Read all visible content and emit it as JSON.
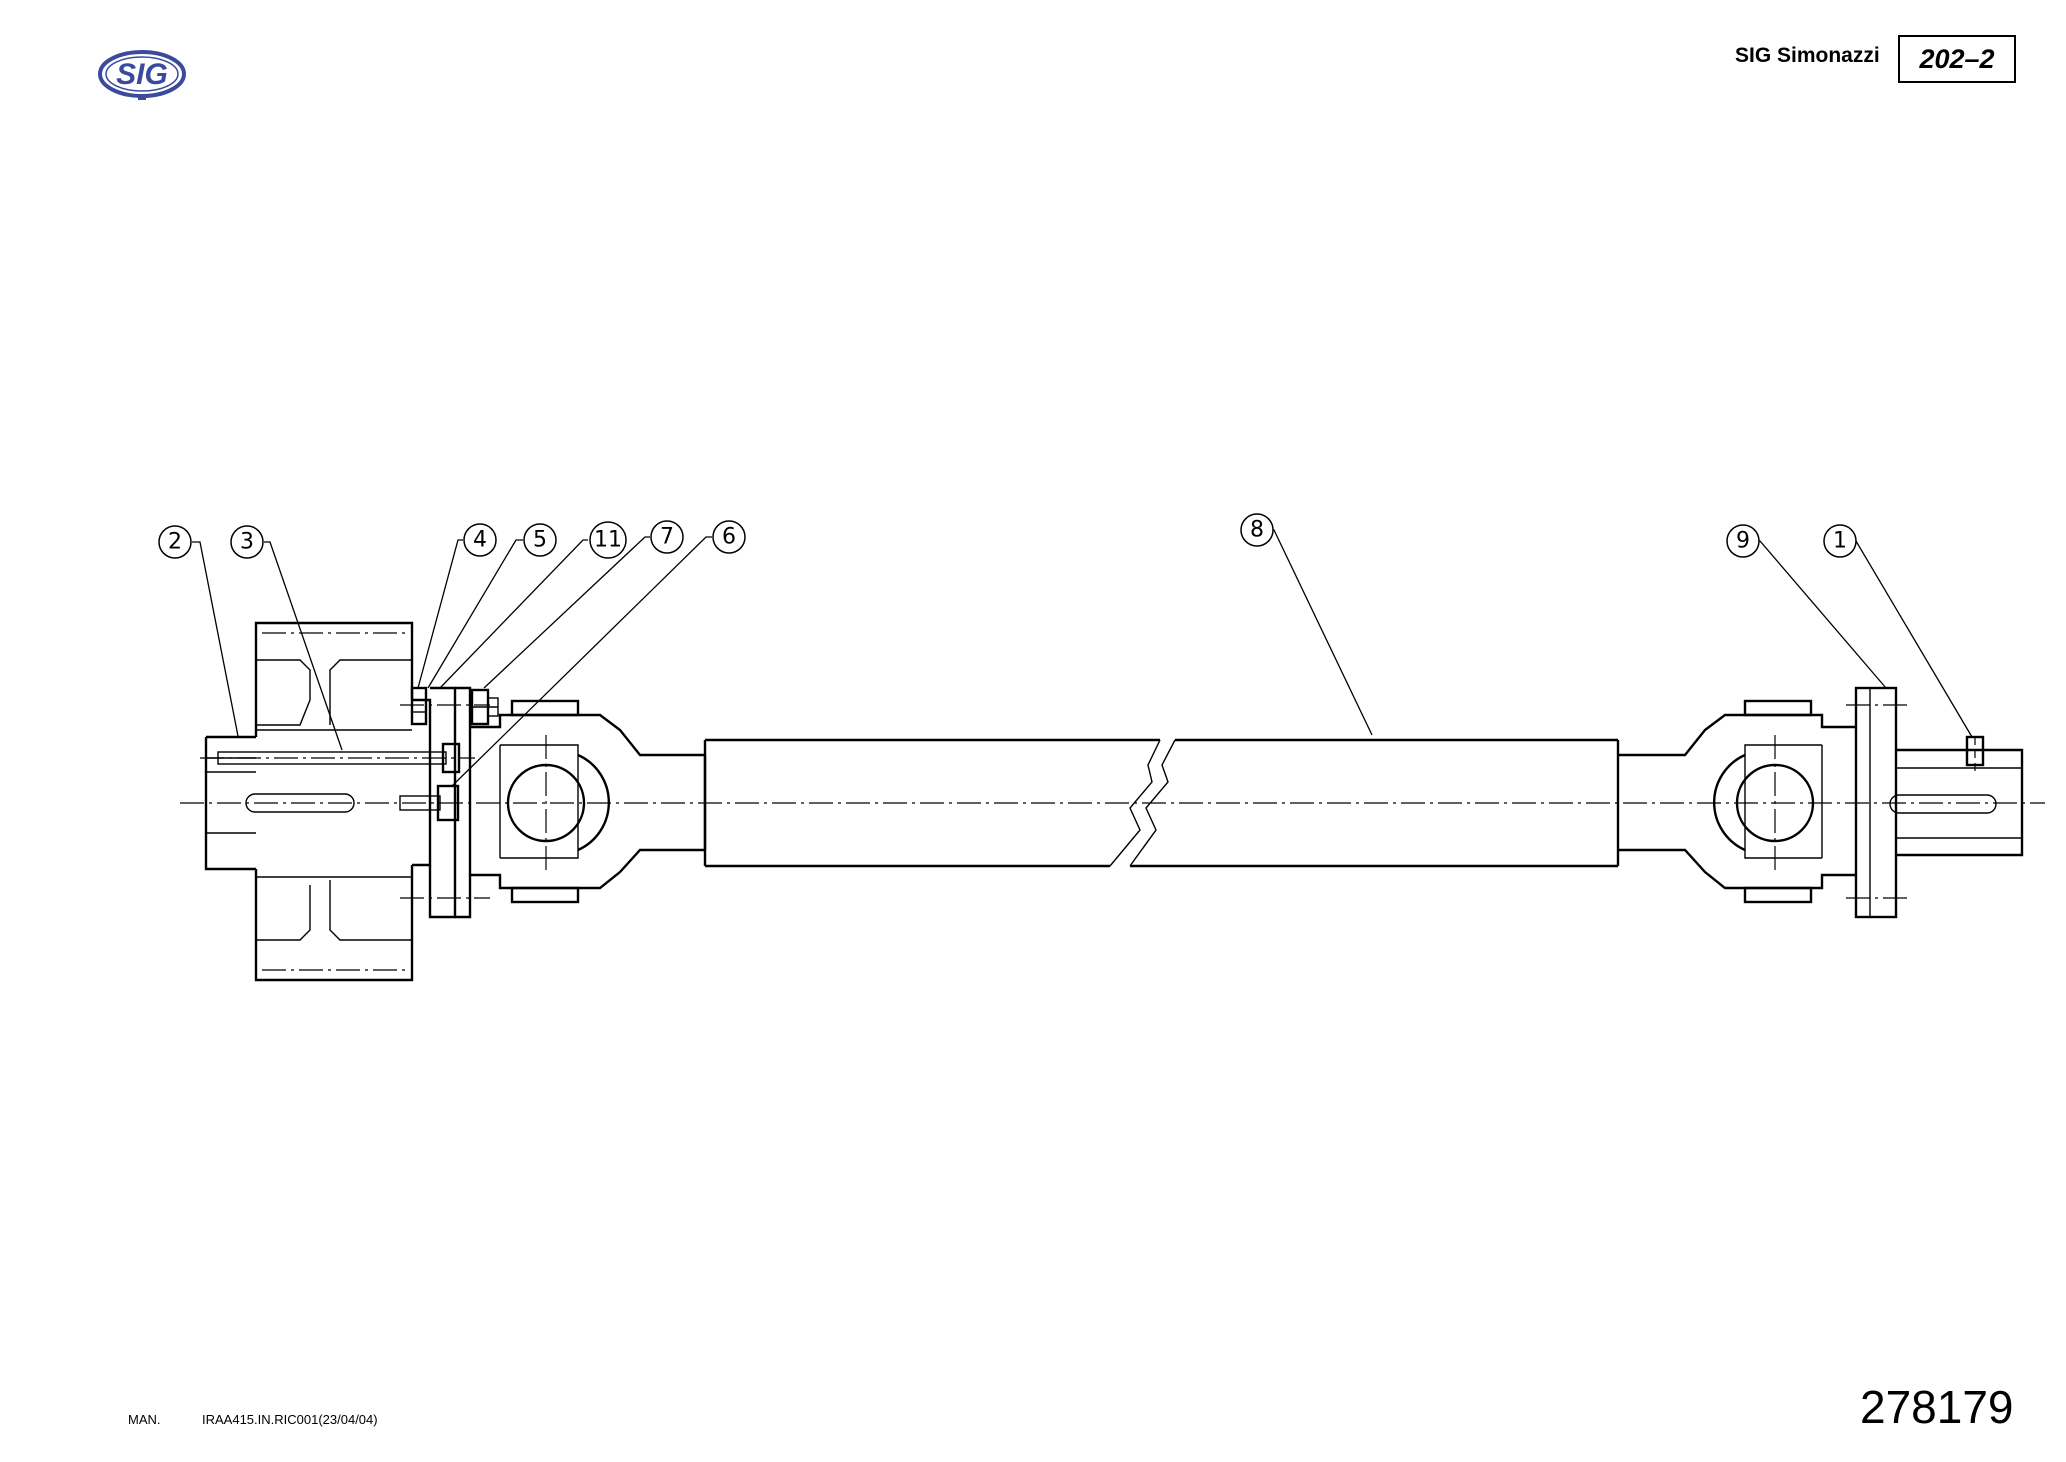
{
  "header": {
    "logo_text": "SIG",
    "company": "SIG Simonazzi",
    "sheet": "202–2"
  },
  "callouts": [
    "2",
    "3",
    "4",
    "5",
    "11",
    "7",
    "6",
    "8",
    "9",
    "1"
  ],
  "footer": {
    "man_label": "MAN.",
    "reference": "IRAA415.IN.RIC001(23/04/04)",
    "document_number": "278179"
  },
  "colors": {
    "logo": "#3a4a9c",
    "line": "#000000"
  }
}
